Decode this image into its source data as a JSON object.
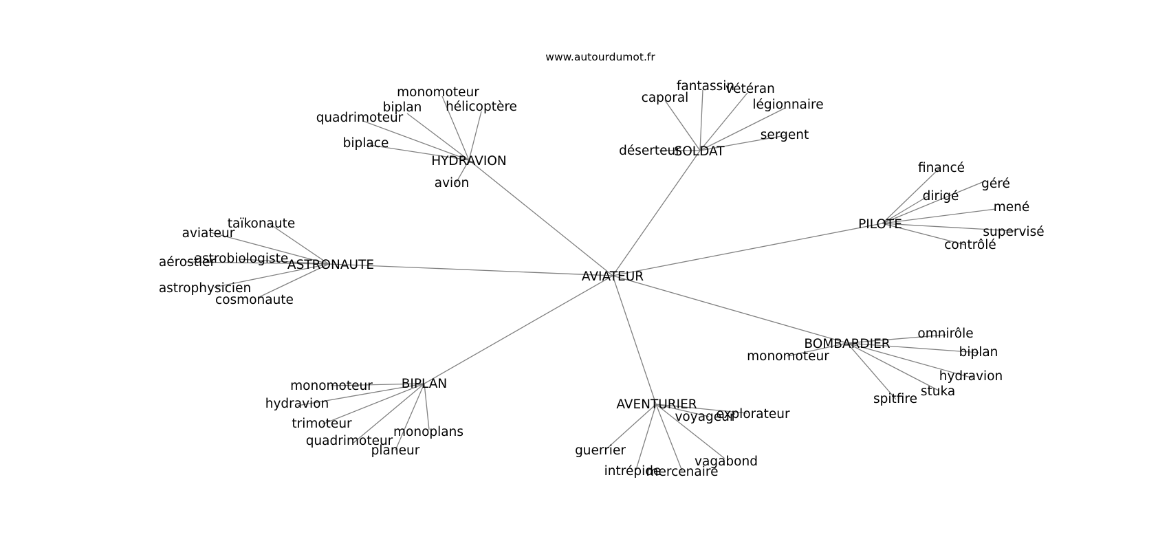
{
  "source": "www.autourdumot.fr",
  "center": "AVIATEUR",
  "groups": [
    {
      "hub": "HYDRAVION",
      "leaves": [
        "monomoteur",
        "biplan",
        "hélicoptère",
        "quadrimoteur",
        "biplace",
        "avion"
      ]
    },
    {
      "hub": "SOLDAT",
      "leaves": [
        "fantassin",
        "vétéran",
        "caporal",
        "légionnaire",
        "sergent",
        "déserteur"
      ]
    },
    {
      "hub": "PILOTE",
      "leaves": [
        "financé",
        "géré",
        "dirigé",
        "mené",
        "supervisé",
        "contrôlé"
      ]
    },
    {
      "hub": "ASTRONAUTE",
      "leaves": [
        "taïkonaute",
        "aviateur",
        "astrobiologiste",
        "aérostier",
        "astrophysicien",
        "cosmonaute"
      ]
    },
    {
      "hub": "BOMBARDIER",
      "leaves": [
        "omnirôle",
        "biplan",
        "monomoteur",
        "hydravion",
        "stuka",
        "spitfire"
      ]
    },
    {
      "hub": "BIPLAN",
      "leaves": [
        "monomoteur",
        "hydravion",
        "trimoteur",
        "monoplans",
        "quadrimoteur",
        "planeur"
      ]
    },
    {
      "hub": "AVENTURIER",
      "leaves": [
        "explorateur",
        "voyageur",
        "guerrier",
        "vagabond",
        "intrépide",
        "mercenaire"
      ]
    }
  ]
}
